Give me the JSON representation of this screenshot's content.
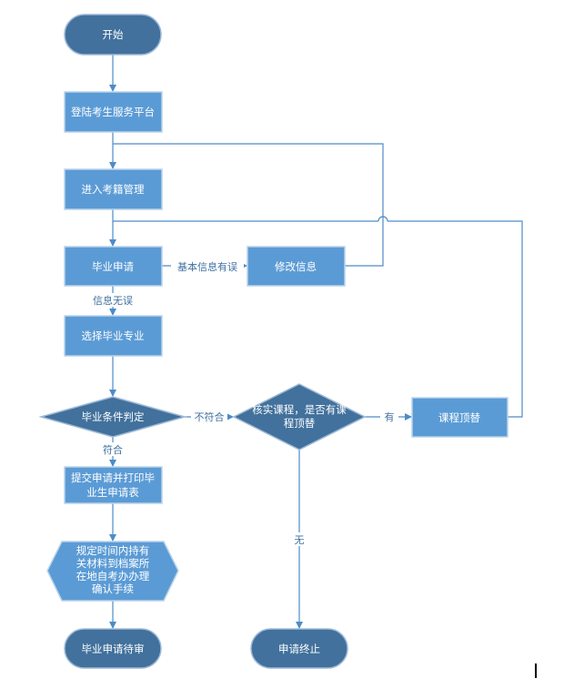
{
  "nodes": {
    "start": "开始",
    "login": "登陆考生服务平台",
    "enter": "进入考籍管理",
    "apply": "毕业申请",
    "modify": "修改信息",
    "choose": "选择毕业专业",
    "judge": "毕业条件判定",
    "check": [
      "核实课程，是否有课",
      "程顶替"
    ],
    "substitute": "课程顶替",
    "submit": [
      "提交申请并打印毕",
      "业生申请表"
    ],
    "materials": [
      "规定时间内持有",
      "关材料到档案所",
      "在地自考办办理",
      "确认手续"
    ],
    "pending": "毕业申请待审",
    "terminate": "申请终止"
  },
  "edges": {
    "info_error": "基本信息有误",
    "info_ok": "信息无误",
    "not_qualified": "不符合",
    "qualified": "符合",
    "has": "有",
    "none": "无"
  },
  "colors": {
    "node_light": "#5b9bd5",
    "node_dark": "#41719c",
    "line": "#4d8cc8",
    "edge_text": "#3f6fa0"
  }
}
